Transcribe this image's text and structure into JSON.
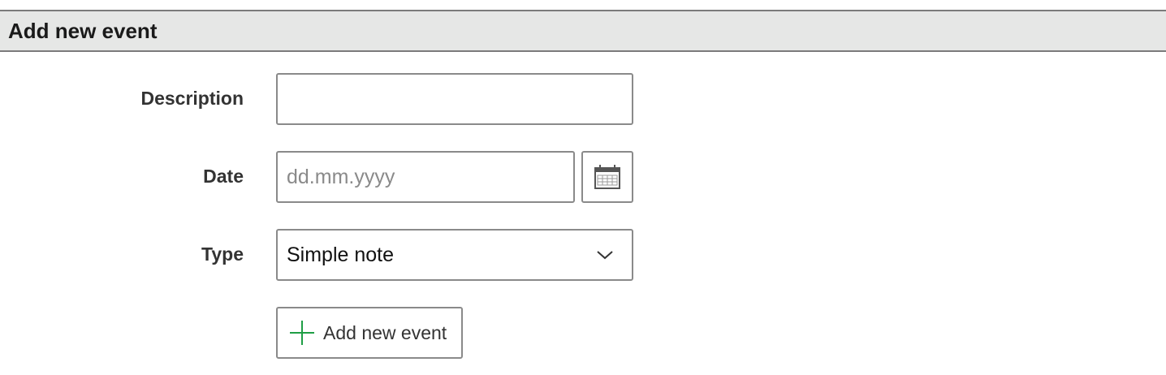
{
  "panel": {
    "title": "Add new event"
  },
  "form": {
    "description": {
      "label": "Description",
      "value": "",
      "placeholder": ""
    },
    "date": {
      "label": "Date",
      "value": "",
      "placeholder": "dd.mm.yyyy",
      "calendar_icon": "calendar-icon"
    },
    "type": {
      "label": "Type",
      "selected": "Simple note",
      "chevron_icon": "chevron-down-icon"
    },
    "submit": {
      "label": "Add new event",
      "icon": "plus-icon"
    }
  },
  "colors": {
    "header_bg": "#e6e7e6",
    "border": "#8a8a8a",
    "accent_plus": "#1f9e45"
  }
}
